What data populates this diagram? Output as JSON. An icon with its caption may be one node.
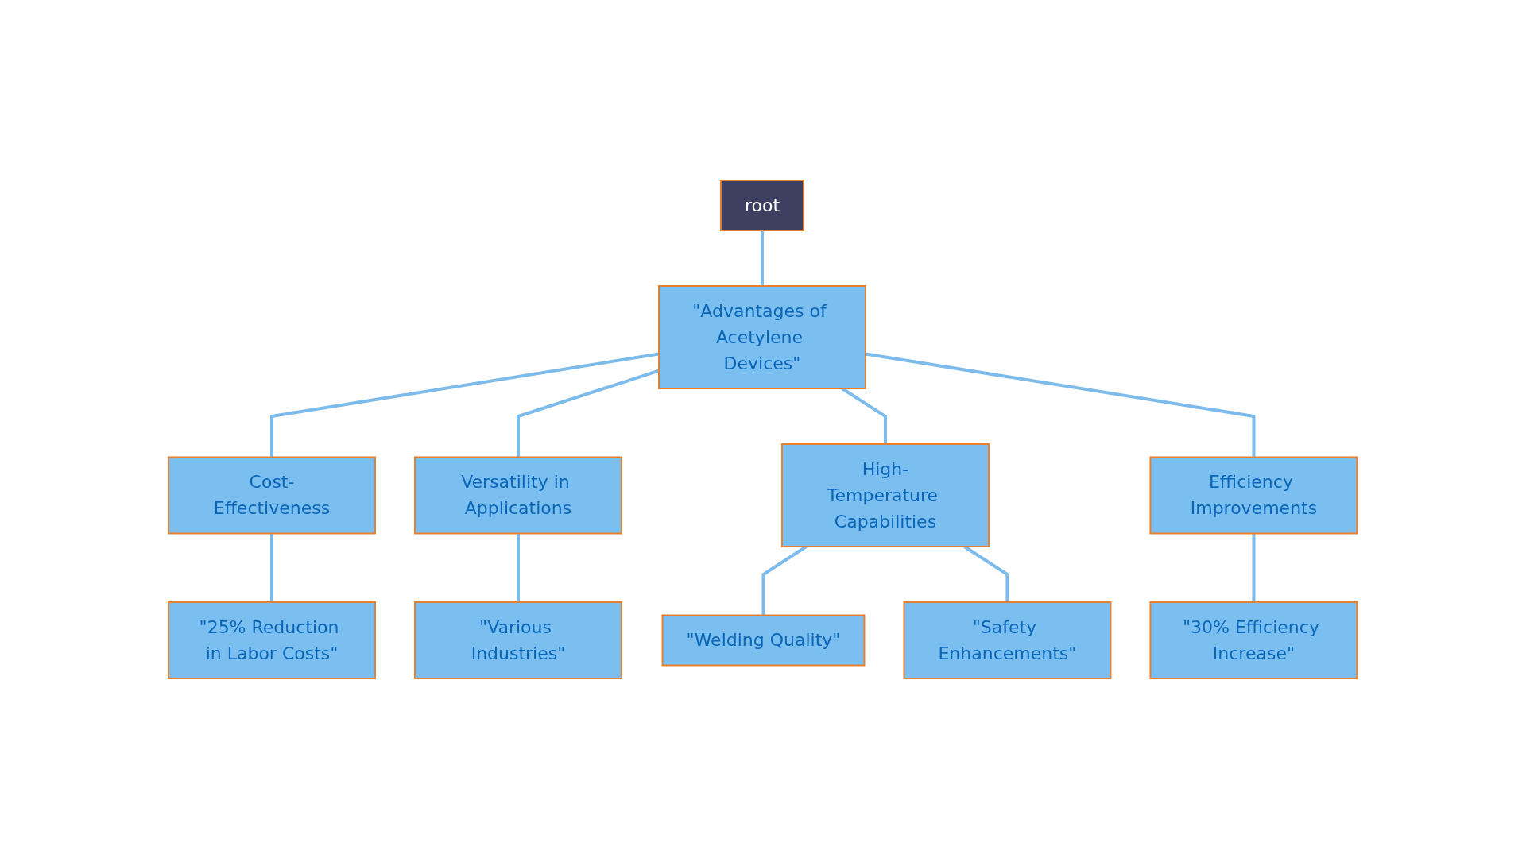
{
  "diagram": {
    "nodes": [
      {
        "text": [
          "\"25% Reduction in Labor Costs\""
        ]
      },
      {
        "text": [
          "Cost-Effectiveness"
        ]
      },
      {
        "text": [
          "root"
        ]
      },
      {
        "text": [
          "\"Welding Quality\""
        ]
      },
      {
        "text": [
          "\"Various Industries\""
        ]
      },
      {
        "text": [
          "\"Advantages of Acetylene Devices\""
        ]
      },
      {
        "text": [
          "Versatility in Applications"
        ]
      },
      {
        "text": [
          "High-Temperature Capabilities"
        ]
      },
      {
        "text": [
          "\"Safety Enhancements\""
        ]
      },
      {
        "text": [
          "Efficiency Improvements"
        ]
      },
      {
        "text": [
          "\"30% Efficiency Increase\""
        ]
      }
    ],
    "edges": [
      {
        "from": 2,
        "to": 5,
        "arrow": "none"
      },
      {
        "from": 5,
        "to": 1,
        "arrow": "none"
      },
      {
        "from": 1,
        "to": 0,
        "arrow": "none"
      },
      {
        "from": 5,
        "to": 6,
        "arrow": "none"
      },
      {
        "from": 6,
        "to": 4,
        "arrow": "none"
      },
      {
        "from": 5,
        "to": 7,
        "arrow": "none"
      },
      {
        "from": 7,
        "to": 3,
        "arrow": "none"
      },
      {
        "from": 7,
        "to": 8,
        "arrow": "none"
      },
      {
        "from": 5,
        "to": 9,
        "arrow": "none"
      },
      {
        "from": 9,
        "to": 10,
        "arrow": "none"
      }
    ]
  }
}
